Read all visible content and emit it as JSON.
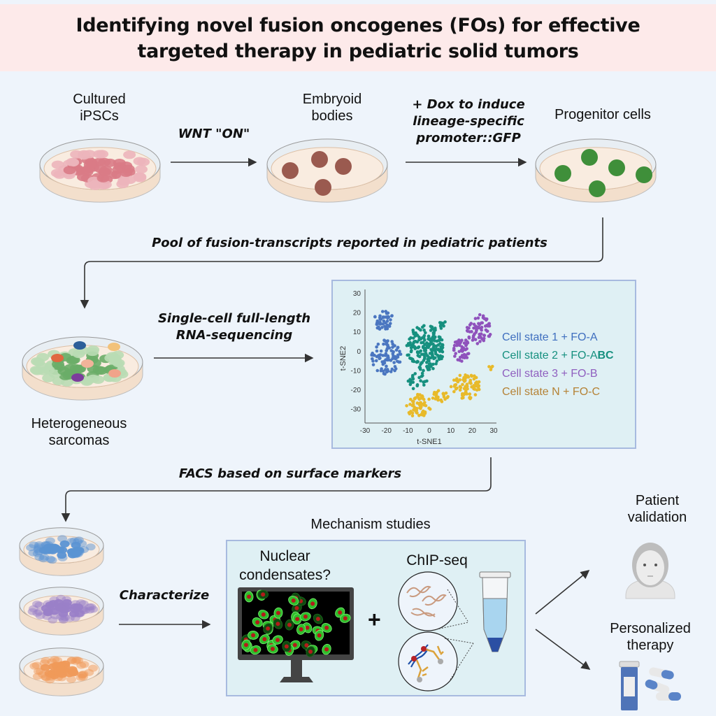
{
  "title": {
    "line1": "Identifying novel fusion oncogenes (FOs) for effective",
    "line2": "targeted therapy in pediatric solid tumors"
  },
  "stages": {
    "ipsc": {
      "line1": "Cultured",
      "line2": "iPSCs",
      "cell_color": "#d97b86"
    },
    "embryoid": {
      "line1": "Embryoid",
      "line2": "bodies",
      "body_color": "#9a5a4f"
    },
    "progenitor": {
      "label": "Progenitor cells",
      "body_color": "#3f8f3a"
    },
    "sarcomas": {
      "line1": "Heterogeneous",
      "line2": "sarcomas"
    },
    "patient": {
      "line1": "Patient",
      "line2": "validation"
    },
    "therapy": {
      "line1": "Personalized",
      "line2": "therapy"
    }
  },
  "steps": {
    "wnt": "WNT \"ON\"",
    "dox": {
      "line1": "+ Dox to induce",
      "line2": "lineage-specific",
      "line3": "promoter::GFP"
    },
    "pool": "Pool of fusion-transcripts reported in pediatric patients",
    "scrna": {
      "line1": "Single-cell full-length",
      "line2": "RNA-sequencing"
    },
    "facs": "FACS based on surface markers",
    "characterize": "Characterize"
  },
  "mechanism": {
    "title": "Mechanism studies",
    "nuclear": {
      "line1": "Nuclear",
      "line2": "condensates?"
    },
    "plus": "+",
    "chip": "ChIP-seq"
  },
  "sorted_dishes": [
    {
      "name": "blue",
      "color": "#5b93d3"
    },
    {
      "name": "purple",
      "color": "#9a7fc8"
    },
    {
      "name": "orange",
      "color": "#ef9a5a"
    }
  ],
  "chart_data": {
    "type": "scatter",
    "title": "",
    "xlabel": "t-SNE1",
    "ylabel": "t-SNE2",
    "xlim": [
      -30,
      30
    ],
    "ylim": [
      -37,
      30
    ],
    "xticks": [
      "-30",
      "-20",
      "-10",
      "0",
      "10",
      "20",
      "30"
    ],
    "yticks": [
      "30",
      "20",
      "10",
      "0",
      "-10",
      "-20",
      "-30"
    ],
    "legend_position": "right",
    "series": [
      {
        "name": "Cell state 1 + FO-A",
        "color": "#4a76c0",
        "clusters": [
          {
            "cx": -21,
            "cy": 16,
            "rx": 5,
            "ry": 5,
            "n": 45
          },
          {
            "cx": -20,
            "cy": -3,
            "rx": 7,
            "ry": 9,
            "n": 90
          }
        ]
      },
      {
        "name": "Cell state 2 + FO-ABC",
        "color": "#16907f",
        "clusters": [
          {
            "cx": -2,
            "cy": 2,
            "rx": 9,
            "ry": 12,
            "n": 190
          },
          {
            "cx": -6,
            "cy": -15,
            "rx": 5,
            "ry": 5,
            "n": 25
          },
          {
            "cx": 6,
            "cy": 14,
            "rx": 2,
            "ry": 2,
            "n": 10
          }
        ]
      },
      {
        "name": "Cell state 3 + FO-B",
        "color": "#8f52bc",
        "clusters": [
          {
            "cx": 23,
            "cy": 12,
            "rx": 6,
            "ry": 8,
            "n": 70
          },
          {
            "cx": 15,
            "cy": 1,
            "rx": 4,
            "ry": 6,
            "n": 45
          }
        ]
      },
      {
        "name": "Cell state N + FO-C",
        "color": "#e8ba2a",
        "clusters": [
          {
            "cx": -5,
            "cy": -28,
            "rx": 6,
            "ry": 6,
            "n": 60
          },
          {
            "cx": 17,
            "cy": -18,
            "rx": 7,
            "ry": 7,
            "n": 75
          },
          {
            "cx": 5,
            "cy": -23,
            "rx": 4,
            "ry": 3,
            "n": 25
          },
          {
            "cx": 28,
            "cy": -8,
            "rx": 1.5,
            "ry": 1.5,
            "n": 4
          }
        ]
      }
    ],
    "legend": [
      {
        "prefix": "Cell state 1 + FO-A",
        "bold": "",
        "color": "#3f6fbf"
      },
      {
        "prefix": "Cell state 2 + FO-A",
        "bold": "BC",
        "color": "#16907f"
      },
      {
        "prefix": "Cell state 3 + FO-B",
        "bold": "",
        "color": "#8f5fbf"
      },
      {
        "prefix": "Cell state N + FO-C",
        "bold": "",
        "color": "#b58235"
      }
    ]
  }
}
